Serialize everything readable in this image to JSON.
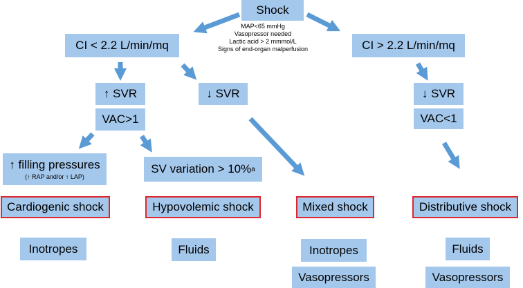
{
  "colors": {
    "box_fill": "#a4c8ec",
    "highlight_border": "#e0252b",
    "arrow": "#5b9bd5"
  },
  "nodes": {
    "shock": "Shock",
    "criteria": [
      "MAP<65 mmHg",
      "Vasopressor needed",
      "Lactic acid > 2 mmmol/L",
      "Signs of end-organ malperfusion"
    ],
    "ci_low": "CI < 2.2 L/min/mq",
    "ci_high": "CI > 2.2 L/min/mq",
    "svr_up": "↑ SVR",
    "svr_down_mid": "↓ SVR",
    "svr_down_right": "↓ SVR",
    "vac_high": "VAC>1",
    "vac_low": "VAC<1",
    "filling_pressures": "↑ filling pressures",
    "filling_pressures_sub": "(↑ RAP and/or ↑ LAP)",
    "sv_variation": "SV variation > 10%",
    "sv_variation_sup": "a",
    "cardiogenic": "Cardiogenic shock",
    "hypovolemic": "Hypovolemic shock",
    "mixed": "Mixed shock",
    "distributive": "Distributive shock",
    "tx_cardiogenic": "Inotropes",
    "tx_hypovolemic": "Fluids",
    "tx_mixed_1": "Inotropes",
    "tx_mixed_2": "Vasopressors",
    "tx_distributive_1": "Fluids",
    "tx_distributive_2": "Vasopressors"
  }
}
